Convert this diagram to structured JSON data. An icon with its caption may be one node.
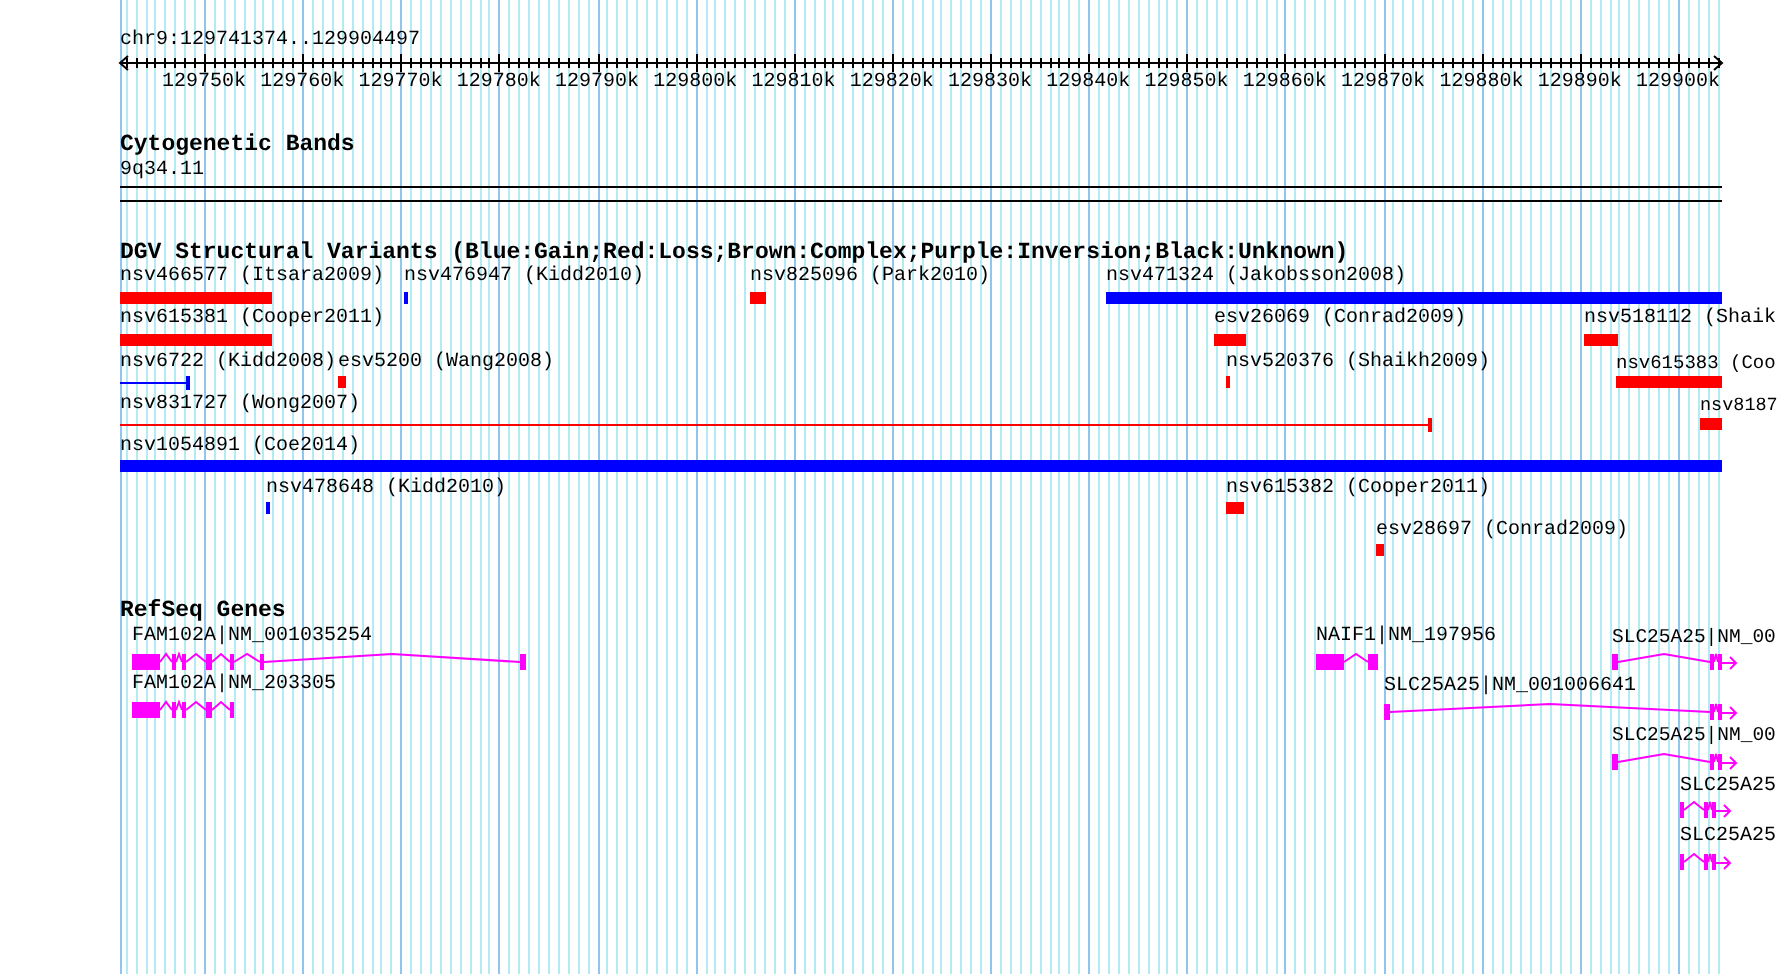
{
  "diagram": {
    "nodes": [
      {
        "text": [
          "nsv466577 (Itsara2009)"
        ]
      },
      {
        "text": [
          "nsv476947 (Kidd2010)"
        ]
      },
      {
        "text": [
          "nsv825096 (Park2010)"
        ]
      },
      {
        "text": [
          "nsv471324 (Jakobsson2008)"
        ]
      },
      {
        "text": [
          "nsv615381 (Cooper2011)"
        ]
      },
      {
        "text": [
          "esv26069 (Conrad2009)"
        ]
      },
      {
        "text": [
          "nsv518112 (Shaik"
        ]
      },
      {
        "text": [
          "nsv6722 (Kidd2008)"
        ]
      },
      {
        "text": [
          "esv5200 (Wang2008)"
        ]
      },
      {
        "text": [
          "nsv520376 (Shaikh2009)"
        ]
      },
      {
        "text": [
          "nsv615383 (Coo"
        ]
      },
      {
        "text": [
          "nsv831727 (Wong2007)"
        ]
      },
      {
        "text": [
          "nsv8187"
        ]
      },
      {
        "text": [
          "nsv1054891 (Coe2014)"
        ]
      },
      {
        "text": [
          "nsv478648 (Kidd2010)"
        ]
      },
      {
        "text": [
          "nsv615382 (Cooper2011)"
        ]
      },
      {
        "text": [
          "esv28697 (Conrad2009)"
        ]
      },
      {
        "text": [
          "FAM102A|NM_001035254"
        ]
      },
      {
        "text": [
          "NAIF1|NM_197956"
        ]
      },
      {
        "text": [
          "SLC25A25|NM_00"
        ]
      },
      {
        "text": [
          "FAM102A|NM_203305"
        ]
      },
      {
        "text": [
          "SLC25A25|NM_001006641"
        ]
      },
      {
        "text": [
          "SLC25A25|NM_00"
        ]
      },
      {
        "text": [
          "SLC25A25"
        ]
      },
      {
        "text": [
          "SLC25A25"
        ]
      }
    ],
    "labels": [
      "chr9:129741374..129904497",
      "129750k",
      "129760k",
      "129770k",
      "129780k",
      "129790k",
      "129800k",
      "129810k",
      "129820k",
      "129830k",
      "129840k",
      "129850k",
      "129860k",
      "129870k",
      "129880k",
      "129890k",
      "129900k",
      "Cytogenetic Bands",
      "9q34.11",
      "DGV Structural Variants (Blue:Gain;Red:Loss;Brown:Complex;Purple:Inversion;Black:Unknown)",
      "RefSeq Genes"
    ]
  }
}
